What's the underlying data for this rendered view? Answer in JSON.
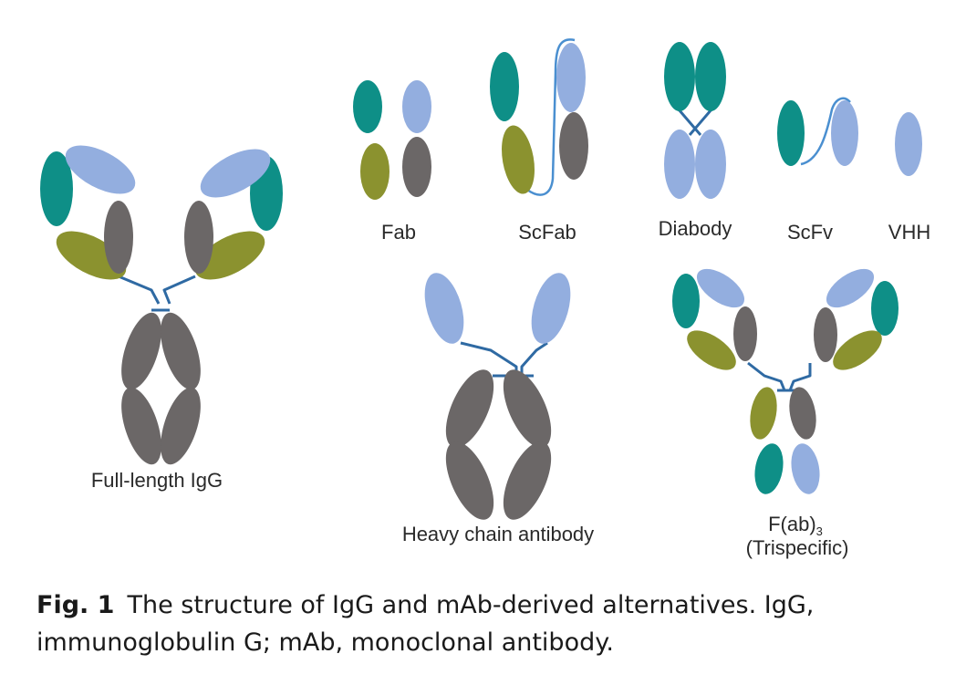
{
  "colors": {
    "teal": "#0e8f87",
    "light_blue": "#93aedf",
    "olive": "#8b922f",
    "gray": "#6b6767",
    "linker_blue": "#2f6aa3"
  },
  "labels": {
    "full_igg": "Full-length IgG",
    "fab": "Fab",
    "scfab": "ScFab",
    "diabody": "Diabody",
    "scfv": "ScFv",
    "vhh": "VHH",
    "heavy_chain_antibody": "Heavy chain antibody",
    "fab3_main": "F(ab)",
    "fab3_subscript": "3",
    "fab3_note": "(Trispecific)"
  },
  "caption": {
    "figure_number": "Fig. 1",
    "text": "The structure of IgG and mAb-derived alternatives. IgG, immunoglobulin G; mAb, monoclonal antibody."
  }
}
